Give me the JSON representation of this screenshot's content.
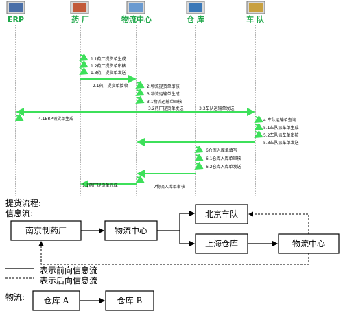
{
  "participants": [
    {
      "label": "ERP",
      "color": "#1fa84a",
      "icon": "erp-system-icon"
    },
    {
      "label": "药 厂",
      "color": "#1fa84a",
      "icon": "pharmacy-factory-icon"
    },
    {
      "label": "物流中心",
      "color": "#1fa84a",
      "icon": "logistics-center-icon"
    },
    {
      "label": "仓 库",
      "color": "#1fa84a",
      "icon": "warehouse-icon"
    },
    {
      "label": "车 队",
      "color": "#1fa84a",
      "icon": "fleet-icon"
    }
  ],
  "messages": {
    "m1": "1.1药厂提货单生成",
    "m2": "1.2药厂提货单审核",
    "m3": "1.3药厂提货单发送",
    "m4": "2.1药厂提货单接收",
    "m5": "2.物流提货单审核",
    "m6": "3.物流运输单生成",
    "m7": "3.1物流运输单审核",
    "m8": "3.2药厂提货单发送",
    "m9": "3.3车队运输单发送",
    "m10": "4.1ERP销货单生成",
    "m11": "4.车队运输单查询",
    "m12": "5.1车队派车单生成",
    "m13": "5.2车队派车单审核",
    "m14": "5.3车队派车单发送",
    "m15": "6仓库入库单填写",
    "m16": "6.1仓库入库单审核",
    "m17": "6.2仓库入库单发送",
    "m18": "1.1药厂提货单完成",
    "m19": "7物流入库单审核"
  },
  "info_flow": {
    "title1": "提货流程:",
    "title2": "信息流:",
    "nodes": {
      "nanjing": "南京制药厂",
      "wuliu1": "物流中心",
      "beijing": "北京车队",
      "shanghai": "上海仓库",
      "wuliu2": "物流中心"
    }
  },
  "legend": {
    "forward": "表示前向信息流",
    "backward": "表示后向信息流"
  },
  "material_flow": {
    "title": "物流:",
    "a": "仓库 A",
    "b": "仓库 B"
  },
  "colors": {
    "arrow": "#3de05a",
    "lifeline": "#444444",
    "box": "#000000"
  }
}
